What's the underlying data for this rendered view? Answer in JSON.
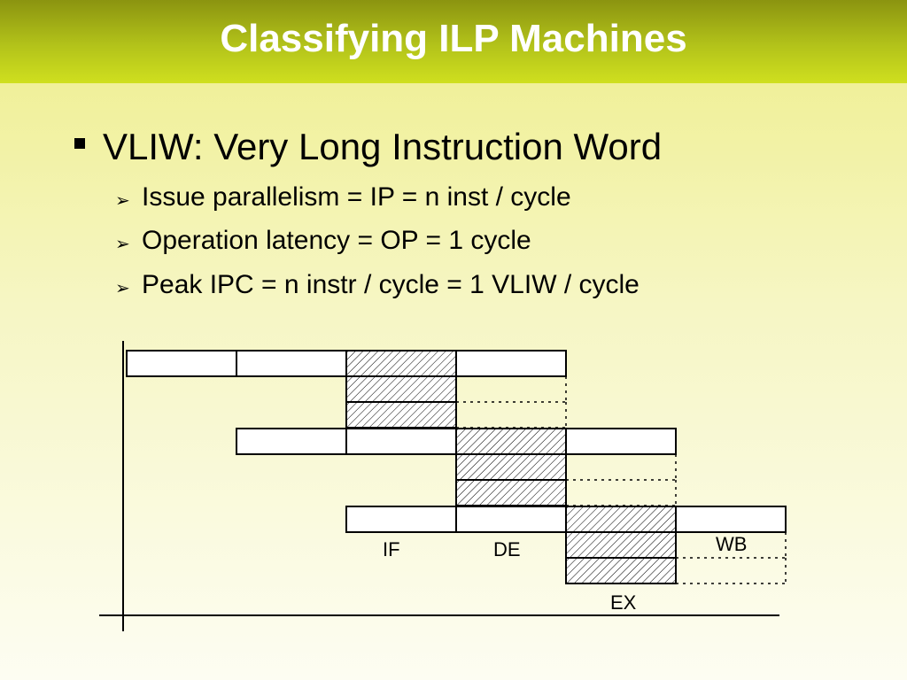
{
  "slide": {
    "title": "Classifying ILP Machines",
    "bullet": "VLIW: Very Long Instruction Word",
    "subbullets": [
      "Issue parallelism = IP = n inst / cycle",
      "Operation latency = OP = 1 cycle",
      "Peak IPC = n instr /  cycle = 1 VLIW / cycle"
    ]
  },
  "diagram": {
    "stage_labels": {
      "if": "IF",
      "de": "DE",
      "ex": "EX",
      "wb": "WB"
    },
    "instruction_groups": 3,
    "operations_per_group": 3
  },
  "icons": {
    "bullet_marker": "square-bullet-icon",
    "sub_marker": "arrowhead-bullet-icon"
  }
}
